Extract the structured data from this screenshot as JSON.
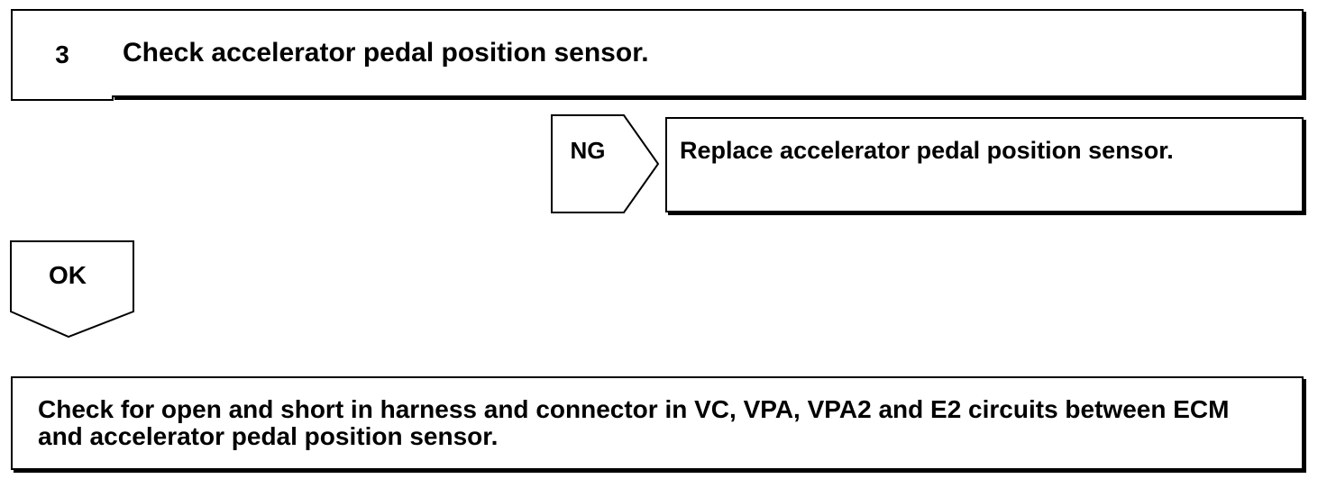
{
  "step": {
    "number": "3",
    "title": "Check accelerator pedal position sensor."
  },
  "ng_branch": {
    "label": "NG",
    "action": "Replace accelerator pedal position sensor."
  },
  "ok_branch": {
    "label": "OK"
  },
  "next_step": {
    "text": "Check for open and short in harness and connector in VC, VPA, VPA2 and E2 circuits between ECM and accelerator pedal position sensor."
  }
}
